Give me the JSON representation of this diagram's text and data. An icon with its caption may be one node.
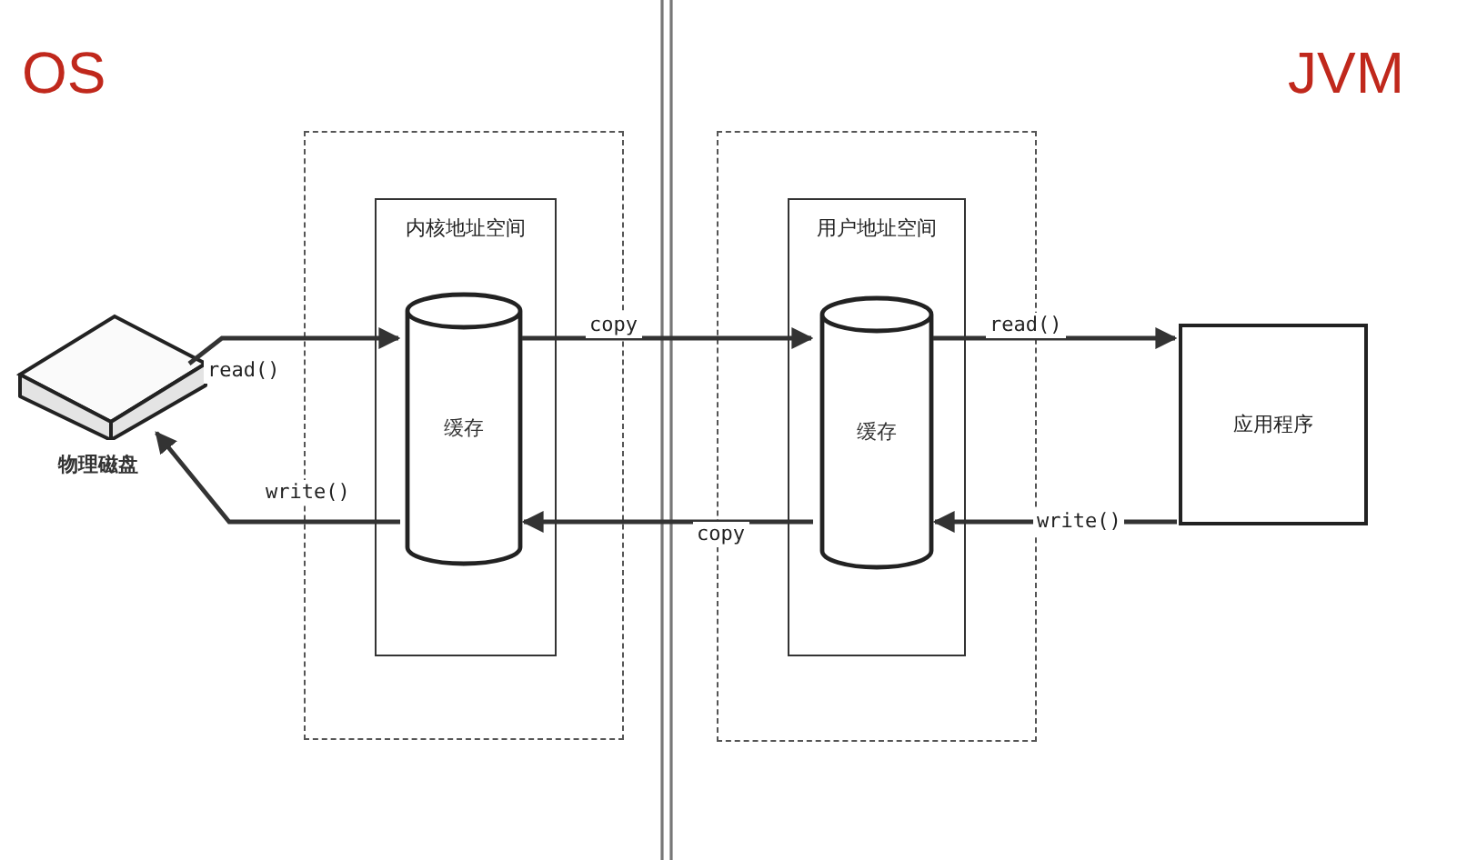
{
  "diagram": {
    "nodes": [
      {
        "text": [
          "物理磁盘"
        ]
      },
      {
        "text": [],
        "shape": "box"
      },
      {
        "text": [
          "内核地址空间"
        ],
        "in": 1
      },
      {
        "text": [
          "缓存"
        ],
        "in": 2
      },
      {
        "text": [],
        "shape": "box"
      },
      {
        "text": [
          "用户地址空间"
        ],
        "in": 4
      },
      {
        "text": [
          "缓存"
        ],
        "in": 5
      },
      {
        "text": [
          "应用程序"
        ]
      }
    ],
    "edges": [
      {
        "from": 0,
        "to": 3,
        "arrow": "to",
        "label": "read()"
      },
      {
        "from": 3,
        "to": 0,
        "arrow": "to",
        "label": "write()"
      },
      {
        "from": 3,
        "to": 6,
        "arrow": "to",
        "label": "copy"
      },
      {
        "from": 6,
        "to": 3,
        "arrow": "to",
        "label": "copy"
      },
      {
        "from": 6,
        "to": 7,
        "arrow": "to",
        "label": "read()"
      },
      {
        "from": 7,
        "to": 6,
        "arrow": "to",
        "label": "write()"
      }
    ],
    "labels": [
      "OS",
      "JVM"
    ]
  }
}
